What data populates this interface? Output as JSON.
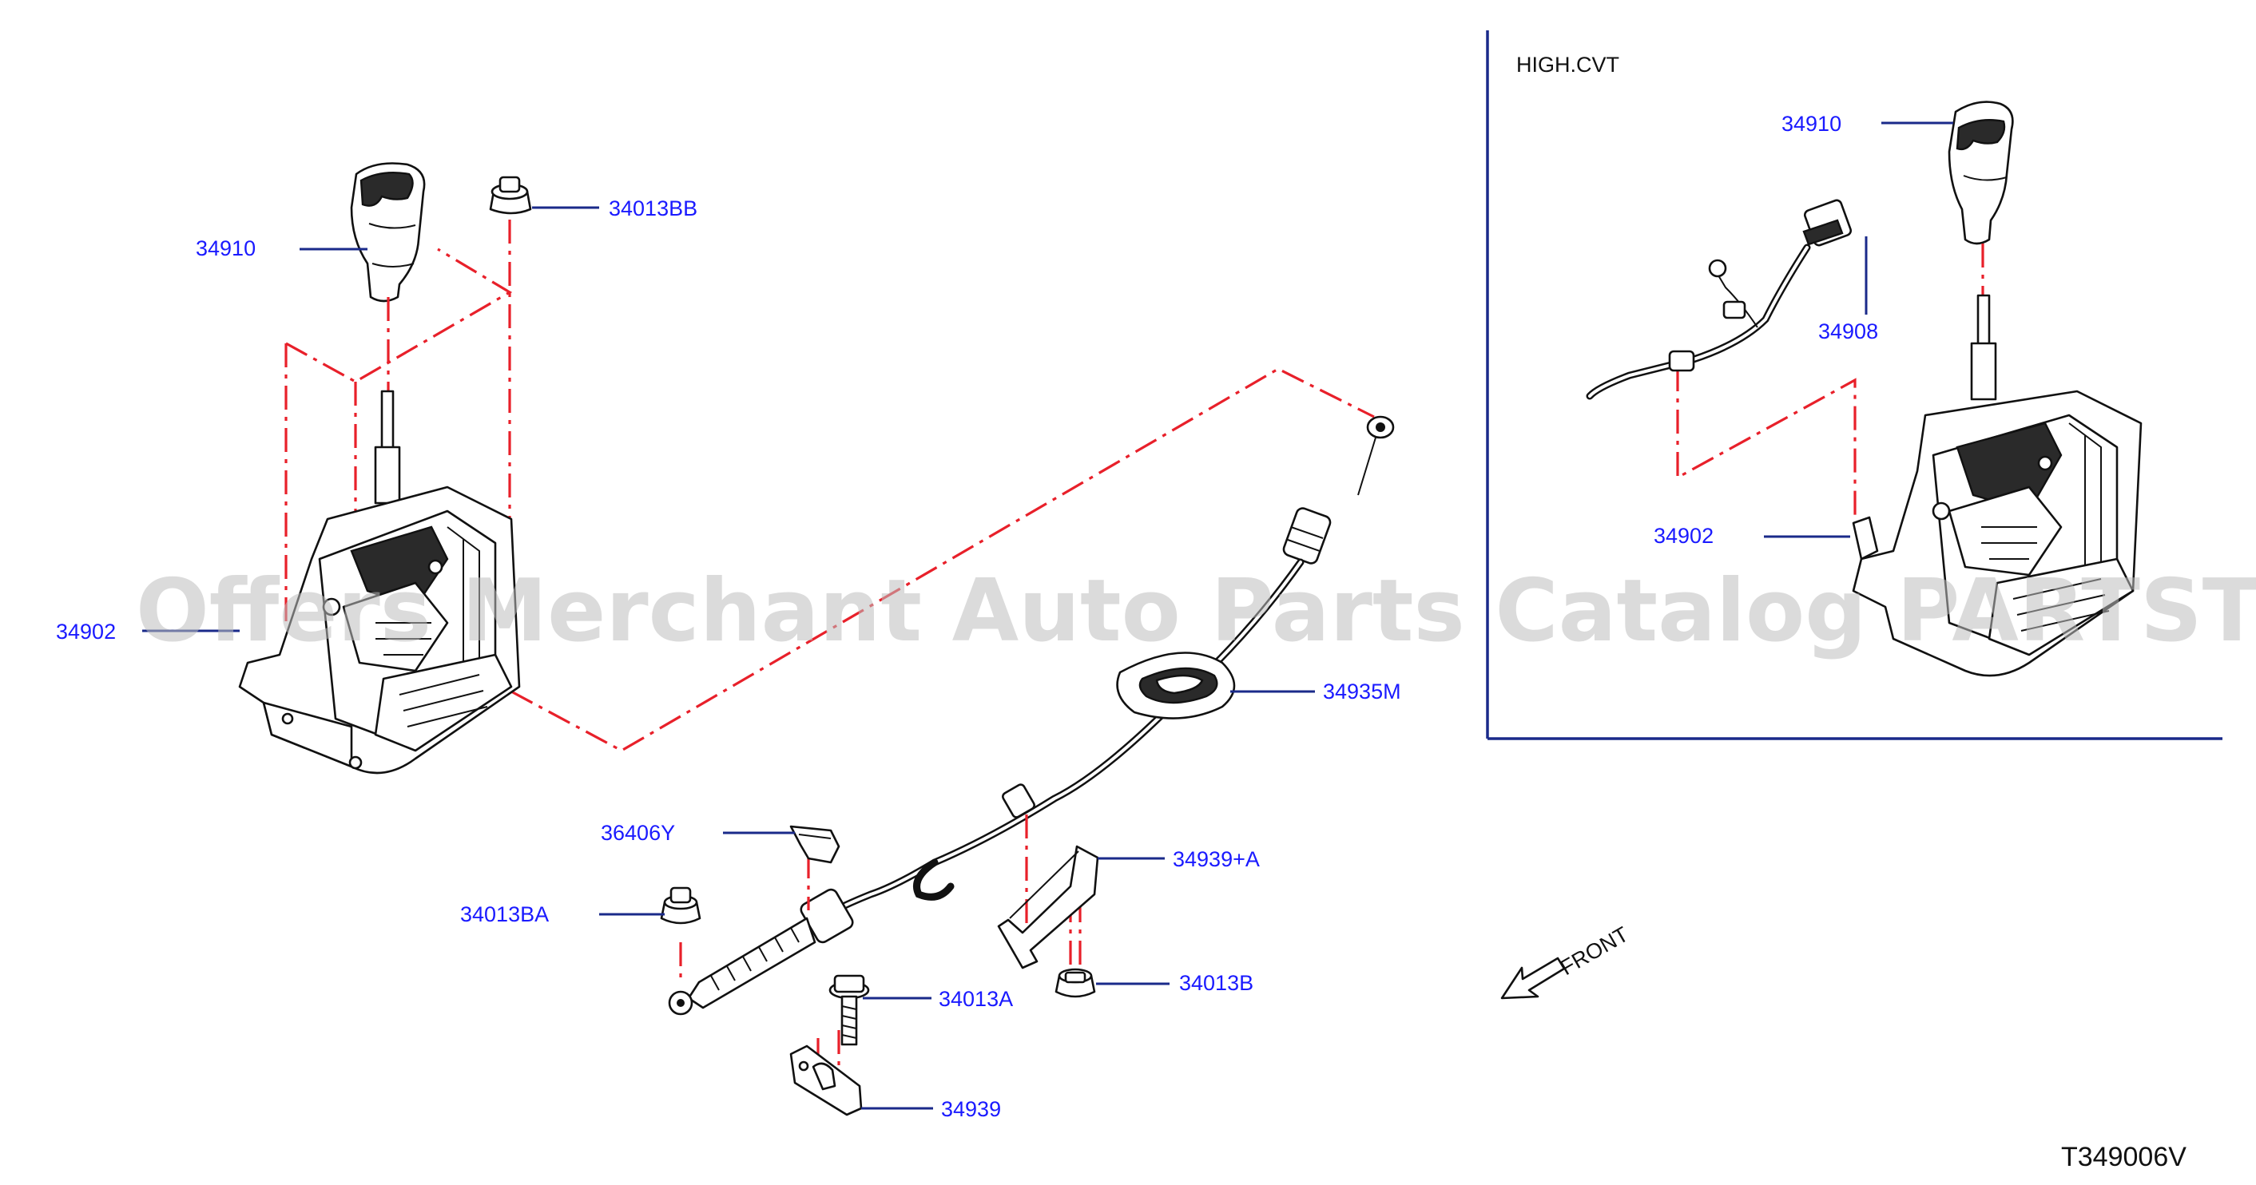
{
  "diagram": {
    "section_label": "HIGH.CVT",
    "figure_code": "T349006V",
    "watermark": "Offers Merchant Auto Parts Catalog PARTSTORE.SA",
    "front_label": "FRONT",
    "callouts": {
      "knob_left": "34910",
      "nut_top": "34013BB",
      "shifter_left": "34902",
      "clip": "36406Y",
      "nut_left": "34013BA",
      "bolt": "34013A",
      "bracket_lower": "34939",
      "grommet": "34935M",
      "bracket_right": "34939+A",
      "nut_right": "34013B",
      "knob_right": "34910",
      "harness": "34908",
      "shifter_right": "34902"
    }
  }
}
